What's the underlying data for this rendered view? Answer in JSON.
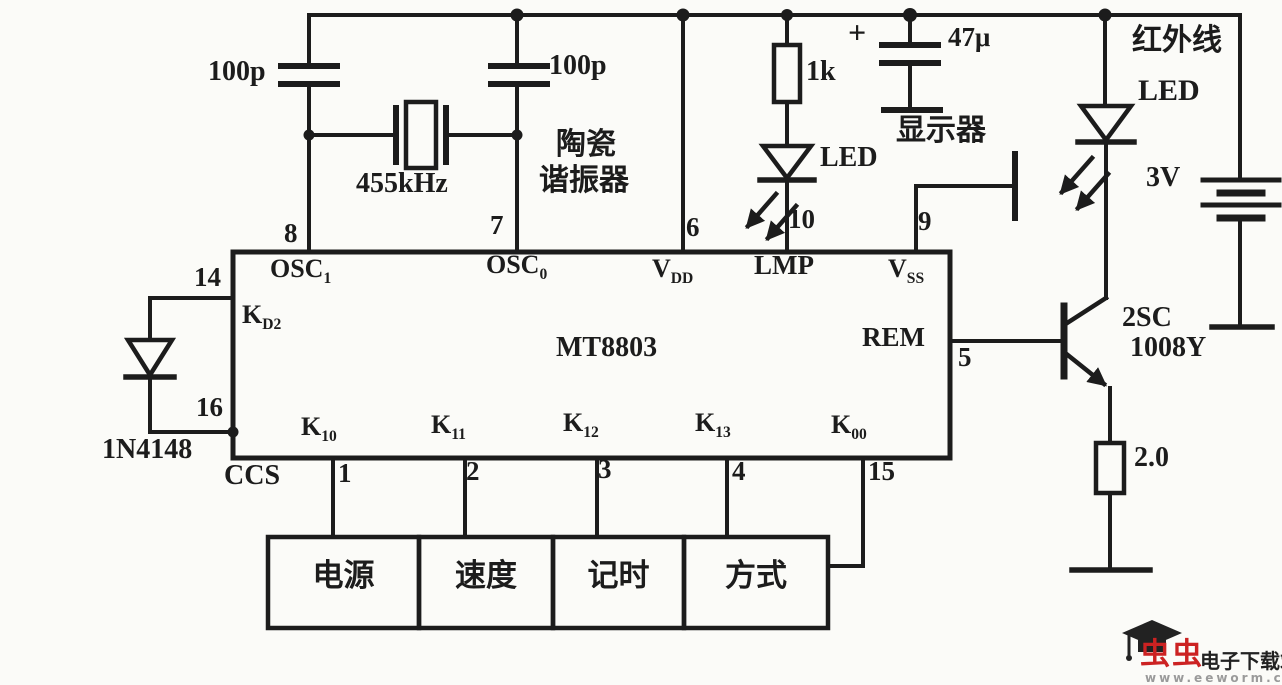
{
  "diagram": {
    "ic": {
      "part_number": "MT8803",
      "pins": {
        "osc1": {
          "name": "OSC",
          "sub": "1",
          "number": "8"
        },
        "osc0": {
          "name": "OSC",
          "sub": "0",
          "number": "7"
        },
        "vdd": {
          "name": "V",
          "sub": "DD",
          "number": "6"
        },
        "lmp": {
          "name": "LMP",
          "number": "10"
        },
        "vss": {
          "name": "V",
          "sub": "SS",
          "number": "9"
        },
        "rem": {
          "name": "REM",
          "number": "5"
        },
        "kd2": {
          "name": "K",
          "sub": "D2"
        },
        "k10": {
          "name": "K",
          "sub": "10",
          "number": "1"
        },
        "k11": {
          "name": "K",
          "sub": "11",
          "number": "2"
        },
        "k12": {
          "name": "K",
          "sub": "12",
          "number": "3"
        },
        "k13": {
          "name": "K",
          "sub": "13",
          "number": "4"
        },
        "k00": {
          "name": "K",
          "sub": "00",
          "number": "15"
        },
        "pin14_number": "14",
        "pin16_number": "16",
        "ccs": "CCS"
      }
    },
    "components": {
      "cap_left_value": "100p",
      "cap_right_value": "100p",
      "resonator_freq": "455kHz",
      "resonator_name_line1": "陶瓷",
      "resonator_name_line2": "谐振器",
      "resistor_base_value": "1k",
      "indicator_led_label": "LED",
      "electrolytic_plus": "+",
      "electrolytic_value": "47μ",
      "display_label": "显示器",
      "ir_label_line1": "红外线",
      "ir_label_line2": "LED",
      "battery_voltage": "3V",
      "transistor_line1": "2SC",
      "transistor_line2": "1008Y",
      "emitter_resistor_value": "2.0",
      "diode_part": "1N4148"
    },
    "keys": [
      {
        "label": "电源"
      },
      {
        "label": "速度"
      },
      {
        "label": "记时"
      },
      {
        "label": "方式"
      }
    ]
  },
  "watermark": {
    "logo_text": "虫虫",
    "site_name": "电子下载站",
    "url": "www.eeworm.com"
  },
  "colors": {
    "ink": "#1c1c1c",
    "paper": "#fbfbf8",
    "watermark_red": "#cc2222",
    "watermark_gray": "#9a9a9a"
  }
}
